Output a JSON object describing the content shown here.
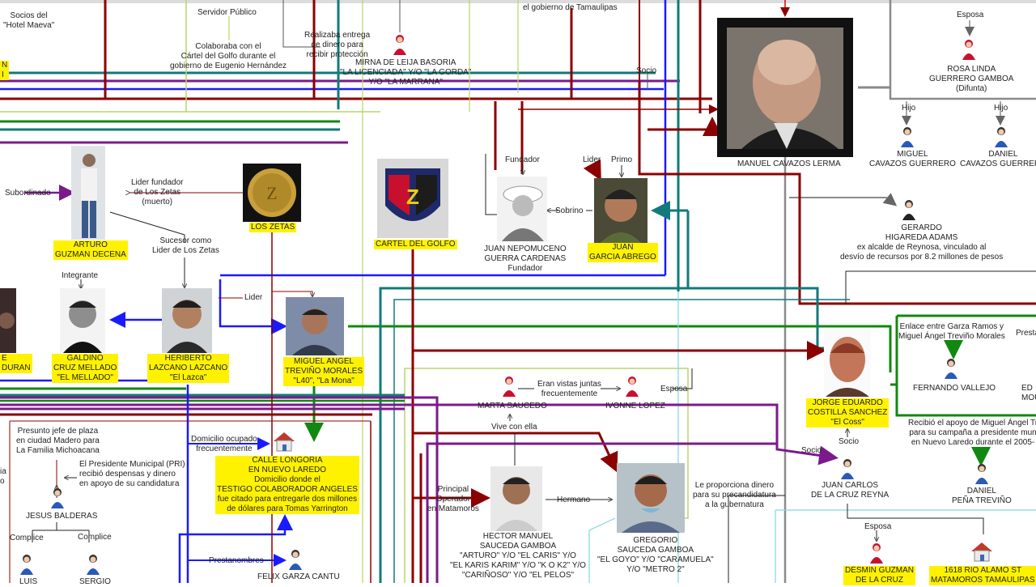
{
  "colors": {
    "darkred": "#8b0000",
    "green": "#118811",
    "blue": "#1a1aff",
    "teal": "#127a7a",
    "purple": "#7b1a8b",
    "gray": "#8a8a8a",
    "lightgreen": "#b8d66a",
    "cyan": "#7fd6e0",
    "highlight": "#fff200"
  },
  "top": {
    "hotel_socios": "Socios del\n\"Hotel Maeva\"",
    "servidor": "Servidor Público",
    "colaboraba": "Colaboraba con el\nCártel del Golfo durante el\ngobierno de Eugenio Hernández",
    "realizaba": "Realizaba entrega\nde dinero para\nrecibir protección",
    "mirna": "MIRNA DE LEIJA BASORIA\n\"LA LICENCIADA\" Y/O \"LA GORDA\"\nY/O \"LA MARRANA\"",
    "tamaulipas": "el gobierno de Tamaulipas",
    "socio": "Socio",
    "esposa_top": "Esposa",
    "rosa": "ROSA LINDA\nGUERRERO GAMBOA\n(Difunta)",
    "hijo1": "Hijo",
    "hijo2": "Hijo",
    "miguel_cav": "MIGUEL\nCAVAZOS GUERRERO",
    "daniel_cav": "DANIEL\nCAVAZOS GUERRERO",
    "manuel": "MANUEL CAVAZOS LERMA"
  },
  "middle": {
    "subordinado": "Subordinado",
    "lider_fundador": "Lider fundador\nde Los Zetas\n(muerto)",
    "arturo": "ARTURO\nGUZMAN DECENA",
    "los_zetas": "LOS ZETAS",
    "cartel_golfo": "CARTEL DEL GOLFO",
    "fundador": "Fundador",
    "lider": "Lider",
    "primo": "Primo",
    "sobrino": "Sobrino",
    "juan_nep": "JUAN NEPOMUCENO\nGUERRA CARDENAS\nFundador",
    "juan_garcia": "JUAN\nGARCIA ABREGO",
    "gerardo": "GERARDO\nHIGAREDA ADAMS\nex alcalde de Reynosa, vinculado al\ndesvío de recursos por 8.2 millones de pesos",
    "sucesor": "Sucesor como\nLider de Los Zetas",
    "integrante": "Integrante",
    "lider2": "Lider",
    "galdino": "GALDINO\nCRUZ MELLADO\n\"EL MELLADO\"",
    "heriberto": "HERIBERTO\nLAZCANO LAZCANO\n\"El Lazca\"",
    "miguel_angel": "MIGUEL ANGEL\nTREVIÑO MORALES\n\"L40\", \"La Mona\"",
    "left_edge_a": "E\nDURAN",
    "left_edge_b": "N\nI"
  },
  "right": {
    "enlace": "Enlace entre Garza Ramos y\nMiguel Ángel Treviño Morales",
    "presta": "Presta",
    "fernando": "FERNANDO VALLEJO",
    "ed": "ED\nMOU",
    "jorge": "JORGE EDUARDO\nCOSTILLA SANCHEZ\n\"El Coss\"",
    "recibio": "Recibió el apoyo de Miguel Ángel Tr\npara su campaña a presidente mun\nen Nuevo Laredo durante el 2005-",
    "socio2": "Socio",
    "socio3": "Socio",
    "juan_carlos": "JUAN CARLOS\nDE LA CRUZ REYNA",
    "daniel_pena": "DANIEL\nPEÑA TREVIÑO",
    "esposa3": "Esposa",
    "desmin": "DESMIN GUZMAN\nDE LA CRUZ",
    "rio_alamo": "1618 RIO ALAMO ST\nMATAMOROS TAMAULIPAS"
  },
  "bottom": {
    "eran_vistas": "Eran vistas juntas\nfrecuentemente",
    "esposa2": "Esposa",
    "marta": "MARTA SAUCEDO",
    "ivonne": "IVONNE LOPEZ",
    "vive": "Vive con ella",
    "principal": "Principal\nOperador\nen Matamoros",
    "hermano": "Hermano",
    "hector": "HECTOR MANUEL\nSAUCEDA GAMBOA\n\"ARTURO\" Y/O \"EL CARIS\" Y/O\n\"EL KARIS KARIM\" Y/O \"K O K2\" Y/O\n\"CARIÑOSO\" Y/O \"EL PELOS\"",
    "gregorio": "GREGORIO\nSAUCEDA GAMBOA\n\"EL GOYO\" Y/O \"CARAMUELA\"\nY/O \"METRO 2\"",
    "proporciona": "Le proporciona dinero\npara su precandidatura\na la gubernatura",
    "domicilio_ocupado": "Domicilio ocupado\nfrecuentemente",
    "calle": "CALLE LONGORIA\nEN NUEVO LAREDO\nDomicilio donde el\nTESTIGO COLABORADOR ANGELES\nfue citado para entregarle dos millones\nde dólares para Tomas Yarrington",
    "presunto": "Presunto jefe de plaza\nen ciudad Madero para\nLa Familia Michoacana",
    "presidente": "El Presidente Municipal (PRI)\nrecibió despensas y dinero\nen apoyo de su candidatura",
    "jesus": "JESUS BALDERAS",
    "complice1": "Complice",
    "complice2": "Complice",
    "prestanombres": "Prestanombres",
    "felix": "FELIX GARZA CANTU",
    "luis": "LUIS",
    "sergio": "SERGIO",
    "left_c": "ia\no"
  }
}
